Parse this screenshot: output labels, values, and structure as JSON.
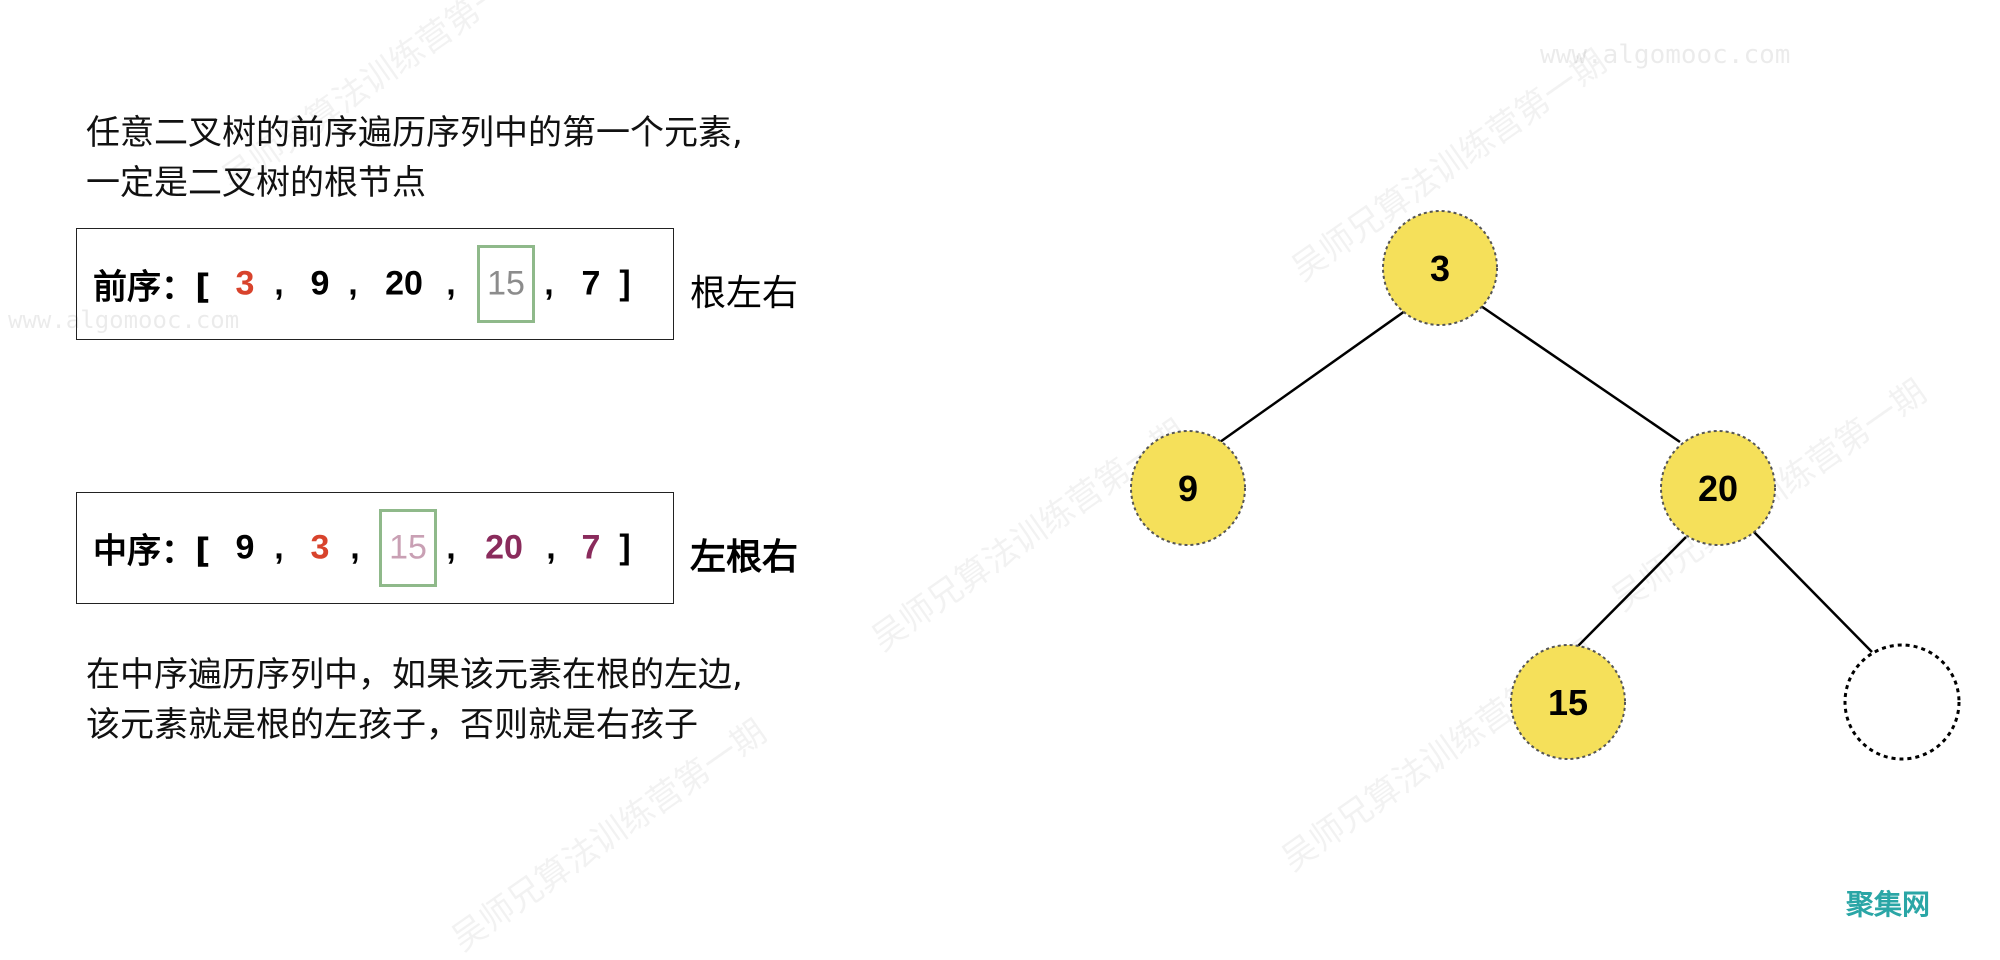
{
  "watermark": {
    "url": "www.algomooc.com",
    "phrase": "吴师兄算法训练营第一期"
  },
  "intro_text": {
    "line1": "任意二叉树的前序遍历序列中的第一个元素,",
    "line2": "一定是二叉树的根节点"
  },
  "preorder": {
    "label": "前序：[",
    "tokens": [
      "3",
      ",",
      "9",
      ",",
      "20",
      ",",
      "15",
      ",",
      "7",
      "]"
    ],
    "side_label": "根左右"
  },
  "inorder": {
    "label": "中序：[",
    "tokens": [
      "9",
      ",",
      "3",
      ",",
      "15",
      ",",
      "20",
      ",",
      "7",
      "]"
    ],
    "side_label": "左根右"
  },
  "explain_text": {
    "line1": "在中序遍历序列中，如果该元素在根的左边,",
    "line2": "该元素就是根的左孩子，否则就是右孩子"
  },
  "tree": {
    "nodes": [
      "3",
      "9",
      "20",
      "15",
      ""
    ],
    "node_fill": "#f5e05a",
    "empty_fill": "#ffffff"
  },
  "colors": {
    "root_red": "#d8432c",
    "muted_gray": "#8c8c8c",
    "pink": "#c9a0b4",
    "plum": "#8a2b5c",
    "highlight_green": "#8fb98a"
  },
  "corner_logo": "聚集网"
}
